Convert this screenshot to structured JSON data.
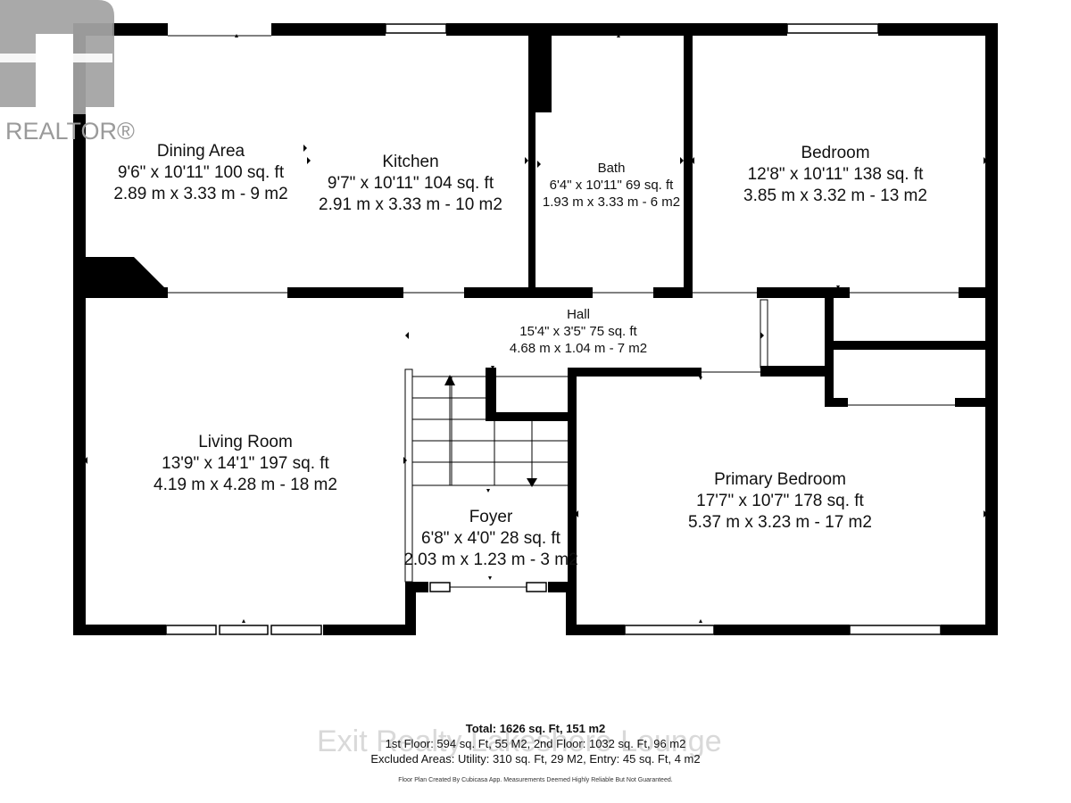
{
  "logo": {
    "text": "REALTOR®"
  },
  "rooms": {
    "dining": {
      "name": "Dining Area",
      "l1": "9'6\" x 10'11\" 100 sq. ft",
      "l2": "2.89 m x 3.33 m - 9 m2"
    },
    "kitchen": {
      "name": "Kitchen",
      "l1": "9'7\" x 10'11\" 104 sq. ft",
      "l2": "2.91 m x 3.33 m - 10 m2"
    },
    "bath": {
      "name": "Bath",
      "l1": "6'4\" x 10'11\" 69 sq. ft",
      "l2": "1.93 m x 3.33 m - 6 m2"
    },
    "bedroom": {
      "name": "Bedroom",
      "l1": "12'8\" x 10'11\" 138 sq. ft",
      "l2": "3.85 m x 3.32 m - 13 m2"
    },
    "hall": {
      "name": "Hall",
      "l1": "15'4\" x 3'5\" 75 sq. ft",
      "l2": "4.68 m x 1.04 m - 7 m2"
    },
    "living": {
      "name": "Living Room",
      "l1": "13'9\" x 14'1\" 197 sq. ft",
      "l2": "4.19 m x 4.28 m - 18 m2"
    },
    "foyer": {
      "name": "Foyer",
      "l1": "6'8\" x 4'0\" 28 sq. ft",
      "l2": "2.03 m x 1.23 m - 3 m2"
    },
    "primary": {
      "name": "Primary Bedroom",
      "l1": "17'7\" x 10'7\" 178 sq. ft",
      "l2": "5.37 m x 3.23 m - 17 m2"
    }
  },
  "summary": {
    "total": "Total: 1626 sq. Ft, 151 m2",
    "floors": "1st Floor: 594 sq. Ft, 55 M2, 2nd Floor: 1032 sq. Ft, 96 m2",
    "excluded": "Excluded Areas: Utility: 310 sq. Ft, 29 M2, Entry: 45 sq. Ft, 4 m2",
    "disclaimer": "Floor Plan Created By Cubicasa App. Measurements Deemed Highly Reliable But Not Guaranteed."
  },
  "watermark": "Exit Realty Lakeshore Lounge",
  "colors": {
    "wall": "#000000",
    "logo": "#9a9a9a"
  }
}
